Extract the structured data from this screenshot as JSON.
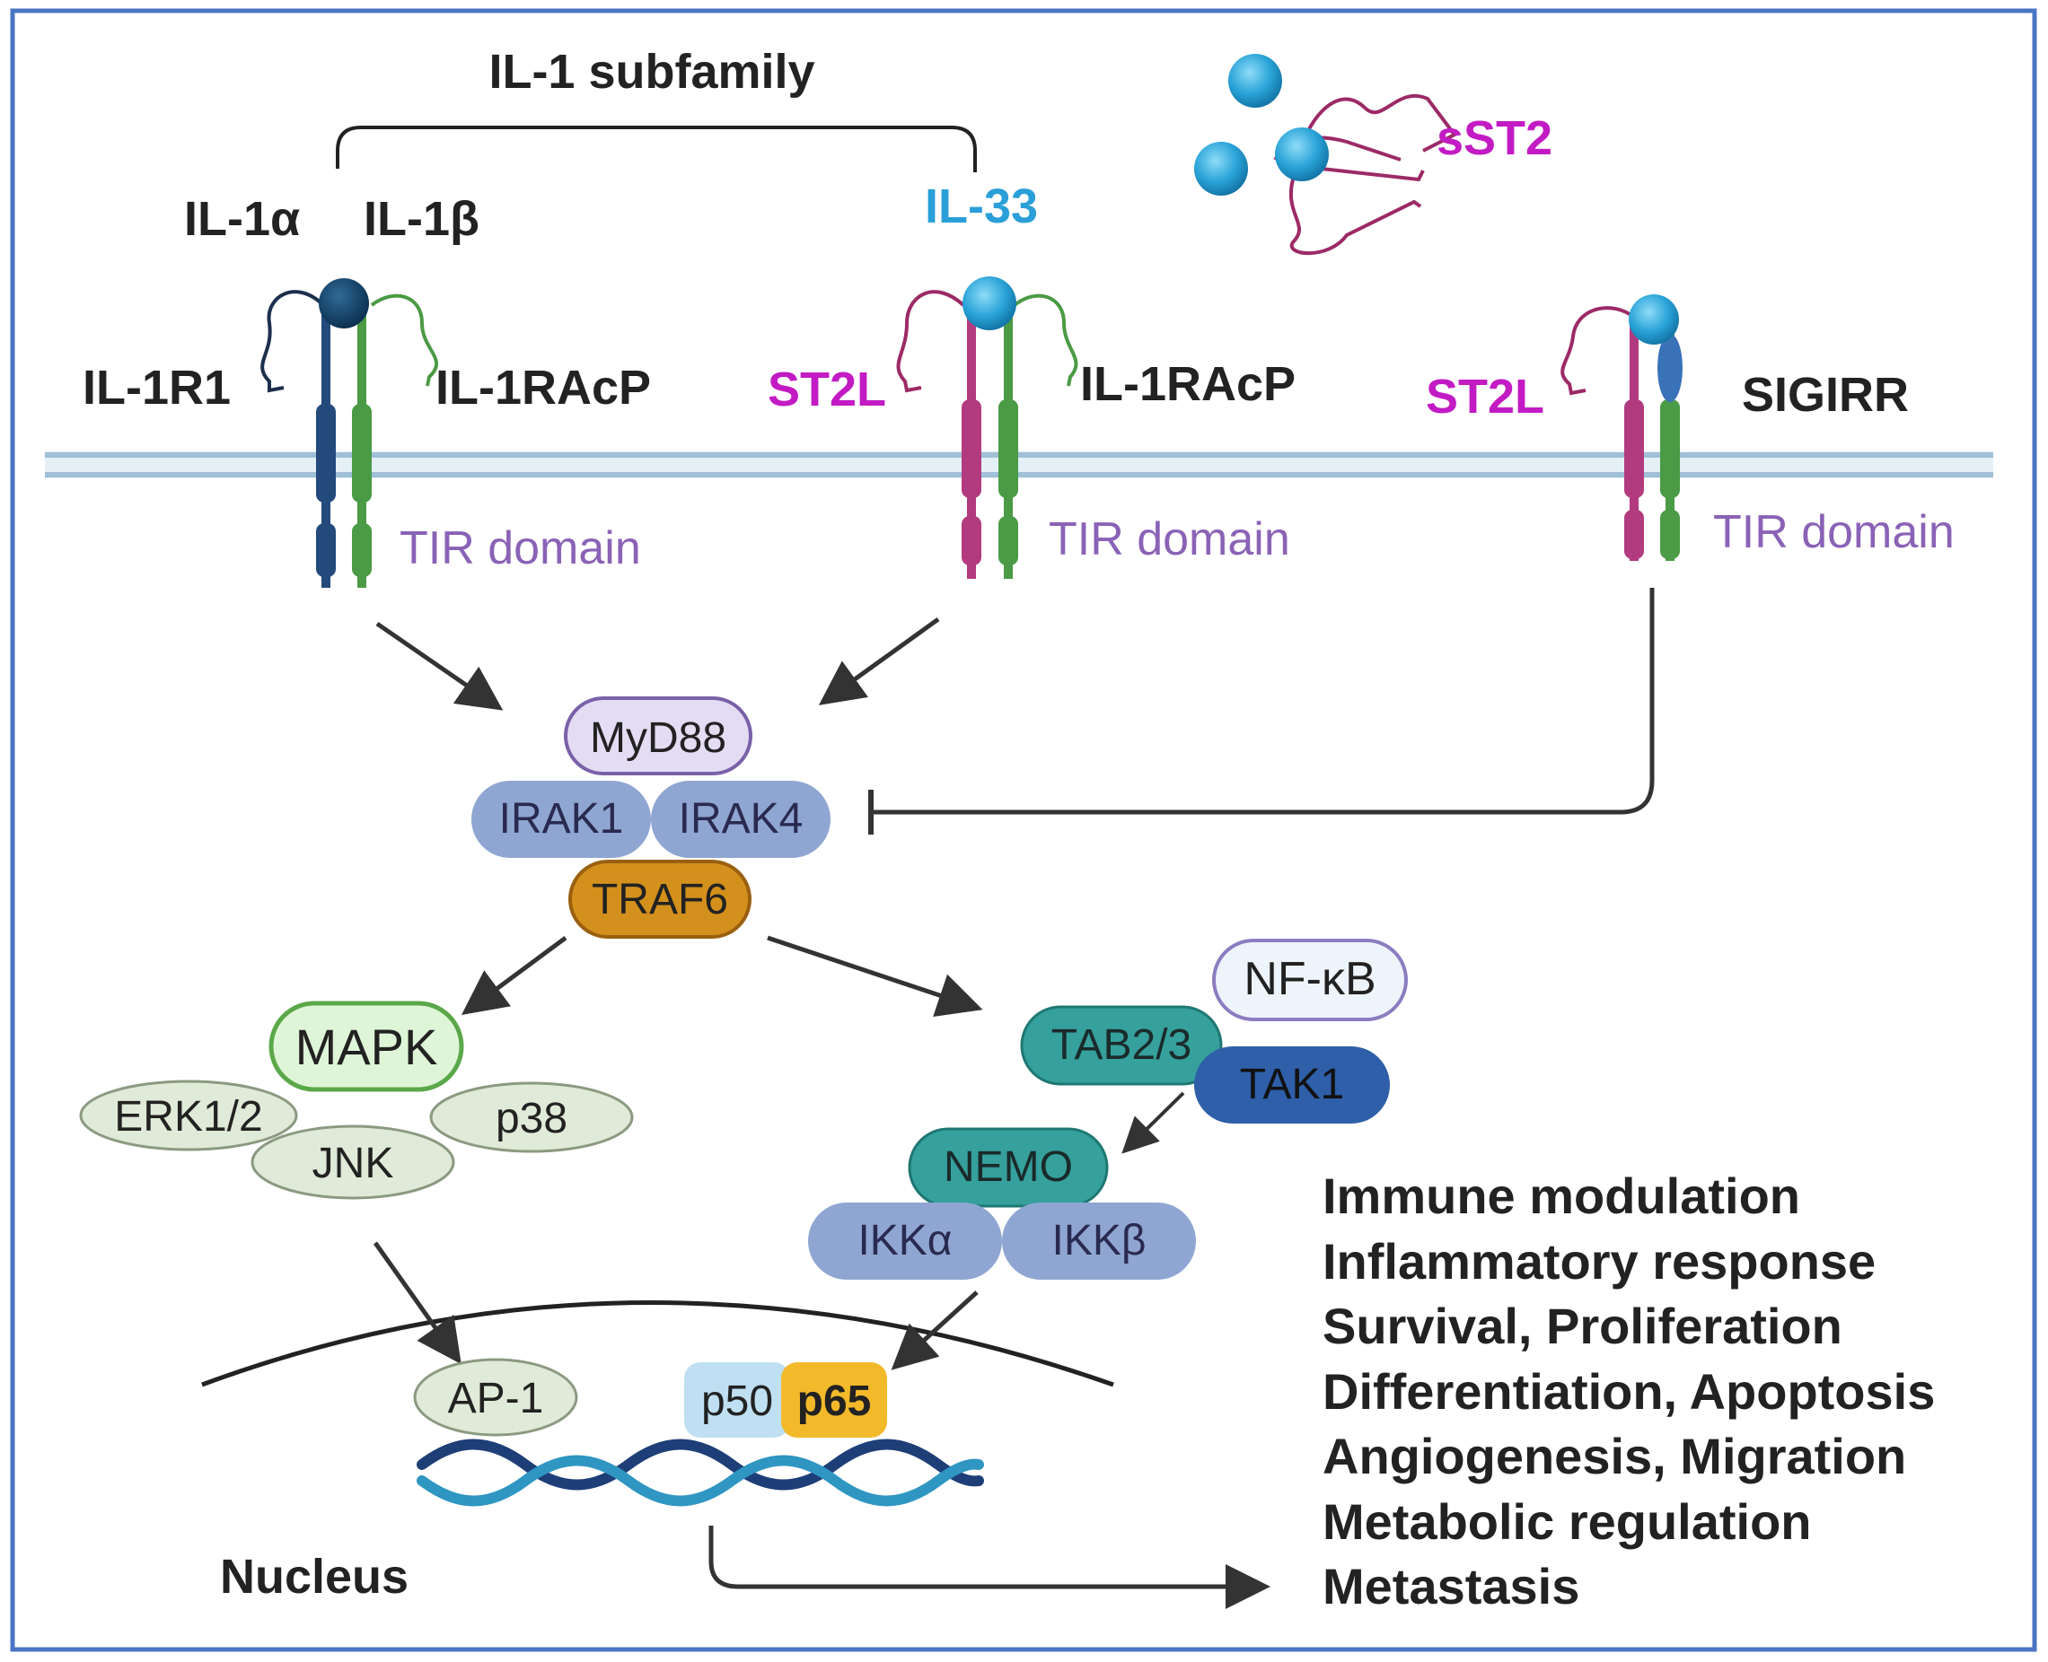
{
  "labels": {
    "subfamily": "IL-1 subfamily",
    "il1a": "IL-1α",
    "il1b": "IL-1β",
    "il33": "IL-33",
    "sst2": "sST2",
    "il1r1": "IL-1R1",
    "il1racp_1": "IL-1RAcP",
    "st2l_1": "ST2L",
    "il1racp_2": "IL-1RAcP",
    "st2l_2": "ST2L",
    "sigirr": "SIGIRR",
    "tir_1": "TIR domain",
    "tir_2": "TIR domain",
    "tir_3": "TIR domain",
    "myd88": "MyD88",
    "irak1": "IRAK1",
    "irak4": "IRAK4",
    "traf6": "TRAF6",
    "mapk": "MAPK",
    "erk12": "ERK1/2",
    "p38": "p38",
    "jnk": "JNK",
    "nfkb": "NF-κB",
    "tab23": "TAB2/3",
    "tak1": "TAK1",
    "nemo": "NEMO",
    "ikka": "IKKα",
    "ikkb": "IKKβ",
    "ap1": "AP-1",
    "p50": "p50",
    "p65": "p65",
    "nucleus": "Nucleus"
  },
  "outcomes": [
    "Immune modulation",
    "Inflammatory response",
    "Survival, Proliferation",
    "Differentiation, Apoptosis",
    "Angiogenesis, Migration",
    "Metabolic regulation",
    "Metastasis"
  ],
  "colors": {
    "frame": "#4a74c4",
    "membrane_fill": "#cfe3ef",
    "membrane_line": "#9fc0d6",
    "ligand_light": "#2aa4d8",
    "ligand_dark": "#0f3d62",
    "il1r1": "#244a7c",
    "racp": "#4b9a45",
    "st2": "#b23b80",
    "sigirr_blue": "#3a72b8",
    "magenta_text": "#c21bc4",
    "blue_text": "#2a9fd8",
    "tir_text": "#8a62b6",
    "myd88_fill": "#e3dcf3",
    "myd88_stroke": "#7a60a8",
    "irak_fill": "#8fa6d2",
    "traf6_fill": "#d4901c",
    "traf6_stroke": "#9a6010",
    "mapk_fill": "#dff5d8",
    "mapk_stroke": "#5ba84a",
    "kinase_fill": "#e0ead8",
    "kinase_stroke": "#8a9a80",
    "nfkb_fill": "#eef4fb",
    "nfkb_stroke": "#8c7cc0",
    "teal": "#35a09c",
    "teal_stroke": "#1f7772",
    "tak1": "#2e5fa8",
    "ikk_fill": "#8fa6d2",
    "p50_fill": "#bfe0f2",
    "p65_fill": "#f2b92a",
    "dna_dark": "#1e3e78",
    "dna_light": "#2f96c2"
  }
}
